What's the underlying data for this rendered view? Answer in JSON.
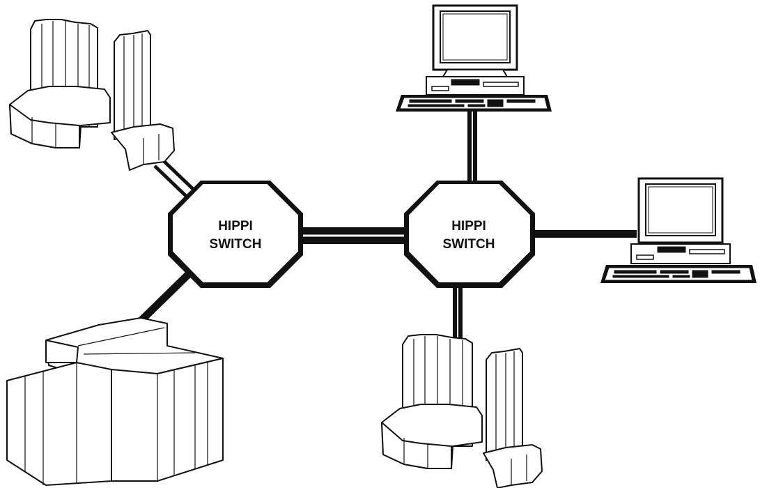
{
  "switches": [
    {
      "line1": "HIPPI",
      "line2": "SWITCH"
    },
    {
      "line1": "HIPPI",
      "line2": "SWITCH"
    }
  ],
  "colors": {
    "ink": "#111111",
    "background": "#ffffff"
  },
  "nodes": [
    {
      "name": "supercomputer-icon"
    },
    {
      "name": "mpp-supercomputer-icon"
    },
    {
      "name": "workstation-icon"
    },
    {
      "name": "workstation-icon"
    },
    {
      "name": "supercomputer-icon"
    }
  ]
}
